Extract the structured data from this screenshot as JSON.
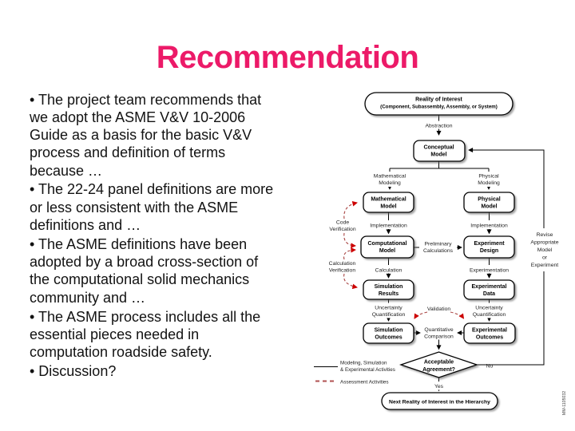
{
  "slide": {
    "title": "Recommendation",
    "title_color": "#EC1A68",
    "bullets": [
      {
        "lines": [
          "• The project team recommends that",
          "we adopt the ASME V&V 10-2006",
          "Guide as a basis for the basic V&V",
          "process and definition of terms",
          "because …"
        ]
      },
      {
        "lines": [
          "• The 22-24 panel definitions are more",
          "or less consistent with the ASME",
          "definitions and …"
        ]
      },
      {
        "lines": [
          "• The ASME definitions have been",
          "adopted by a broad cross-section of",
          "the computational solid mechanics",
          "community and …"
        ]
      },
      {
        "lines": [
          "• The ASME process includes all the",
          "essential pieces needed in",
          "computation roadside safety."
        ]
      },
      {
        "lines": [
          "• Discussion?"
        ]
      }
    ]
  },
  "diagram": {
    "nodes": {
      "reality": [
        "Reality of Interest",
        "(Component, Subassembly, Assembly, or System)"
      ],
      "conceptual": [
        "Conceptual",
        "Model"
      ],
      "math_model": [
        "Mathematical",
        "Model"
      ],
      "physical_model": [
        "Physical",
        "Model"
      ],
      "computational_model": [
        "Computational",
        "Model"
      ],
      "experiment_design": [
        "Experiment",
        "Design"
      ],
      "simulation_results": [
        "Simulation",
        "Results"
      ],
      "experimental_data": [
        "Experimental",
        "Data"
      ],
      "simulation_outcomes": [
        "Simulation",
        "Outcomes"
      ],
      "experimental_outcomes": [
        "Experimental",
        "Outcomes"
      ],
      "decision": [
        "Acceptable",
        "Agreement?"
      ],
      "next_reality": "Next Reality of Interest in the Hierarchy"
    },
    "labels": {
      "abstraction": "Abstraction",
      "math_modeling": [
        "Mathematical",
        "Modeling"
      ],
      "physical_modeling": [
        "Physical",
        "Modeling"
      ],
      "implementation_left": "Implementation",
      "implementation_right": "Implementation",
      "preliminary_calculations": [
        "Preliminary",
        "Calculations"
      ],
      "code_verification": [
        "Code",
        "Verification"
      ],
      "calculation_verification": [
        "Calculation",
        "Verification"
      ],
      "calculation": "Calculation",
      "experimentation": "Experimentation",
      "uq_left": [
        "Uncertainty",
        "Quantification"
      ],
      "uq_right": [
        "Uncertainty",
        "Quantification"
      ],
      "validation": "Validation",
      "quantitative_comparison": [
        "Quantitative",
        "Comparison"
      ],
      "revise": [
        "Revise",
        "Appropriate",
        "Model",
        "or",
        "Experiment"
      ],
      "no": "No",
      "yes": "Yes"
    },
    "legend": {
      "solid": [
        "Modeling, Simulation",
        "& Experimental Activities"
      ],
      "dashed": "Assessment Activities"
    },
    "watermark": "MM-1105032",
    "colors": {
      "assessment_line": "#A94442",
      "assessment_arrow": "#CC0000",
      "flow_line": "#000000"
    }
  }
}
